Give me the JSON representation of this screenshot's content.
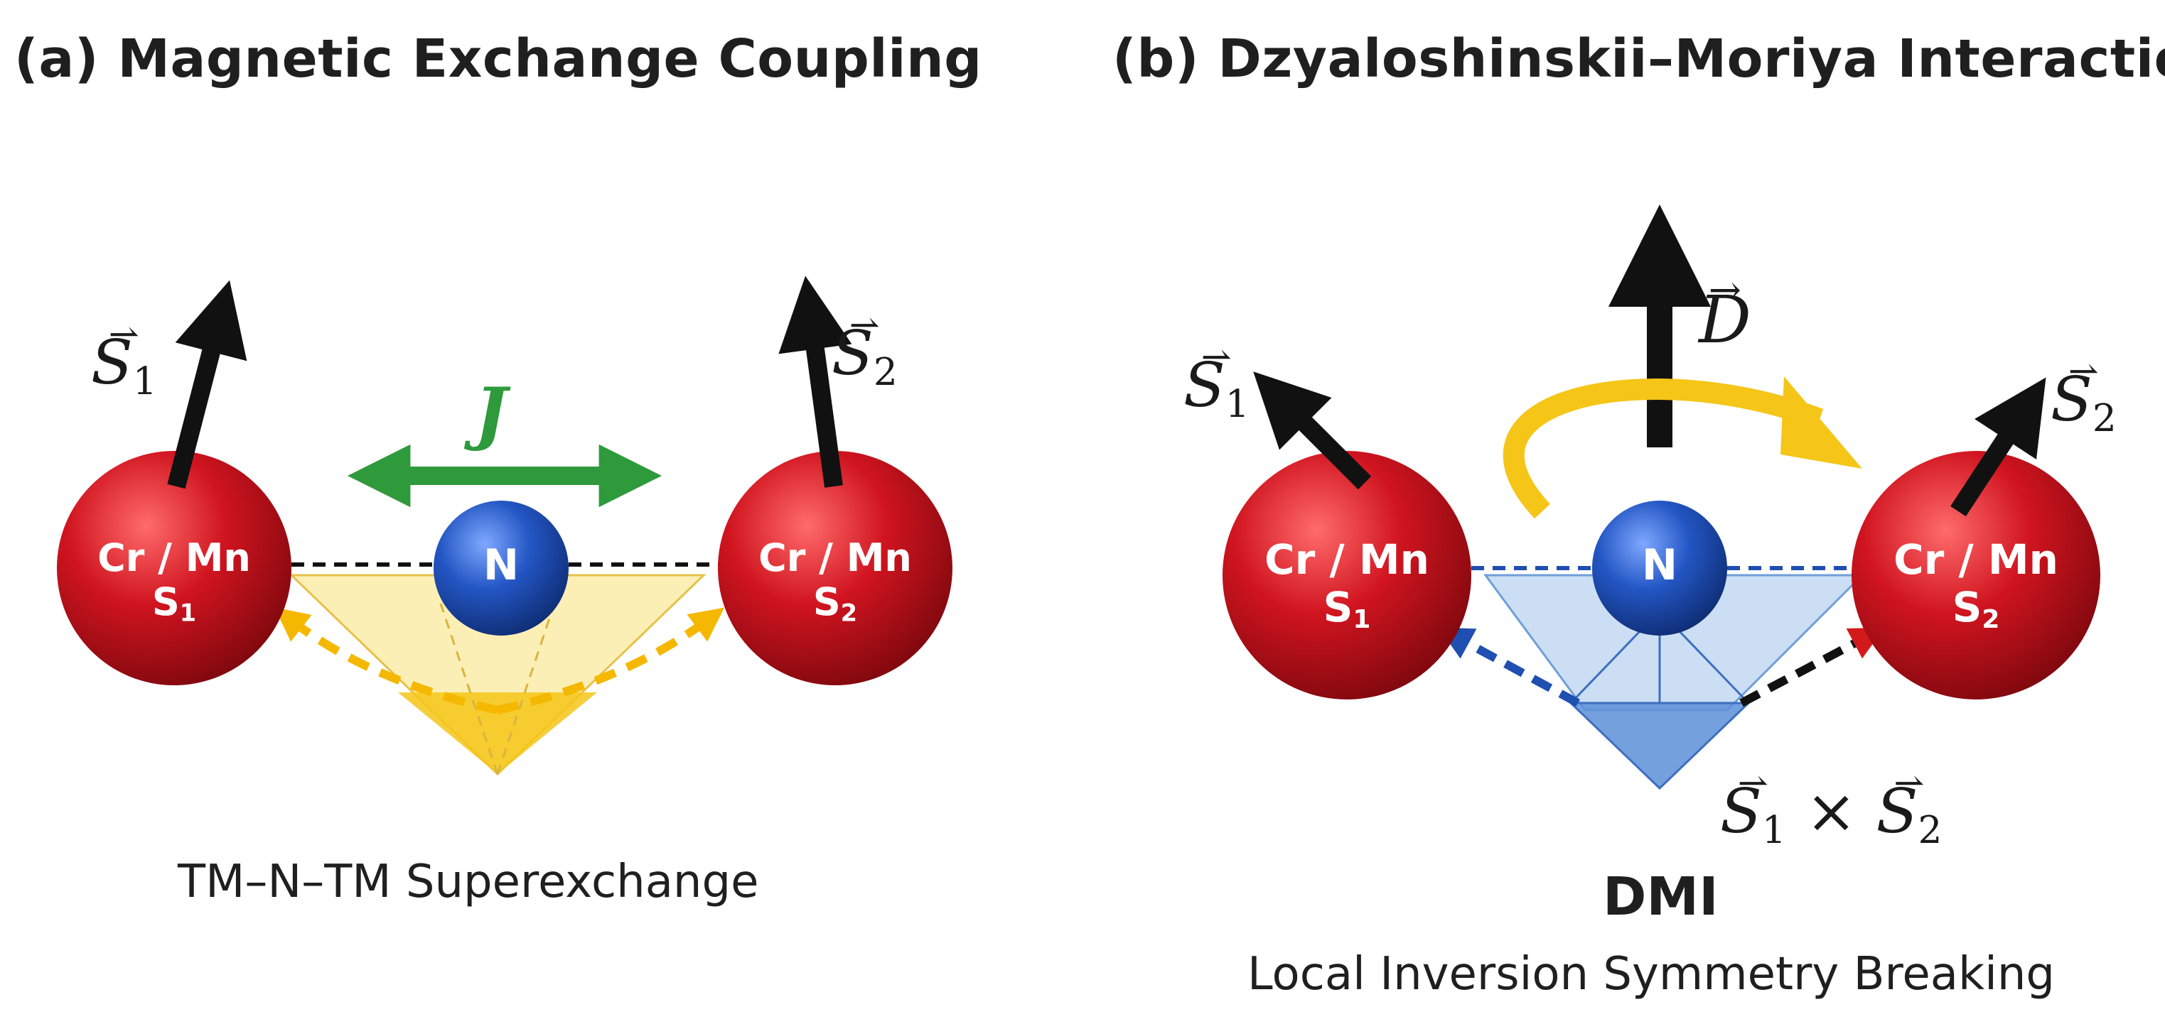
{
  "panel_a": {
    "title": "(a) Magnetic Exchange Coupling",
    "spin1": {
      "symbol": "S",
      "sub": "1"
    },
    "spin2": {
      "symbol": "S",
      "sub": "2"
    },
    "coupling": "J",
    "atom_left": {
      "element": "Cr / Mn",
      "site": "S",
      "sub": "1"
    },
    "atom_center": "N",
    "atom_right": {
      "element": "Cr / Mn",
      "site": "S",
      "sub": "2"
    },
    "caption": "TM–N–TM Superexchange"
  },
  "panel_b": {
    "title": "(b) Dzyaloshinskii–Moriya Interaction",
    "dm_vector": "D",
    "spin1": {
      "symbol": "S",
      "sub": "1"
    },
    "spin2": {
      "symbol": "S",
      "sub": "2"
    },
    "atom_left": {
      "element": "Cr / Mn",
      "site": "S",
      "sub": "1"
    },
    "atom_center": "N",
    "atom_right": {
      "element": "Cr / Mn",
      "site": "S",
      "sub": "2"
    },
    "cross_product": {
      "s1": "S",
      "s1_sub": "1",
      "op": "×",
      "s2": "S",
      "s2_sub": "2"
    },
    "caption": "DMI",
    "subcaption": "Local Inversion Symmetry Breaking"
  },
  "colors": {
    "atom_red": "#c0121b",
    "atom_blue": "#1f4fb0",
    "exchange_green": "#2e9a3c",
    "yellow": "#f5c518",
    "light_blue": "#a9c8ec",
    "arrow_black": "#111111"
  }
}
